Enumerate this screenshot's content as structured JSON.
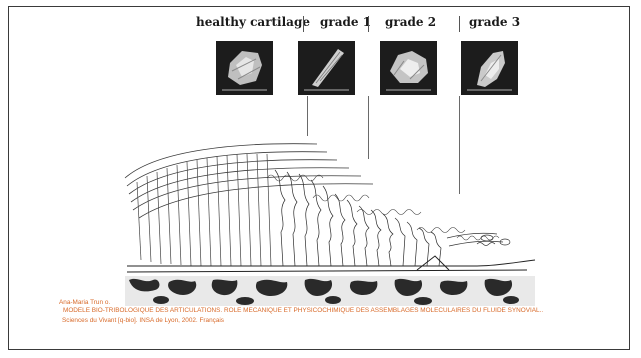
{
  "figure": {
    "labels": [
      {
        "text": "healthy cartilage"
      },
      {
        "text": "grade 1"
      },
      {
        "text": "grade 2"
      },
      {
        "text": "grade 3"
      }
    ]
  },
  "citation": {
    "author": "Ana-Maria Trun o.",
    "title": "MODELE BIO-TRIBOLOGIQUE DES ARTICULATIONS. ROLE MECANIQUE ET PHYSICOCHIMIQUE DES ASSEMBLAGES MOLECULAIRES DU FLUIDE SYNOVIAL..",
    "source": "Sciences du Vivant [q-bio]. INSA de Lyon, 2002. Français"
  },
  "colors": {
    "frame": "#3a3a3a",
    "citation_text": "#d86a2a",
    "thumb_background": "#1c1c1c"
  }
}
